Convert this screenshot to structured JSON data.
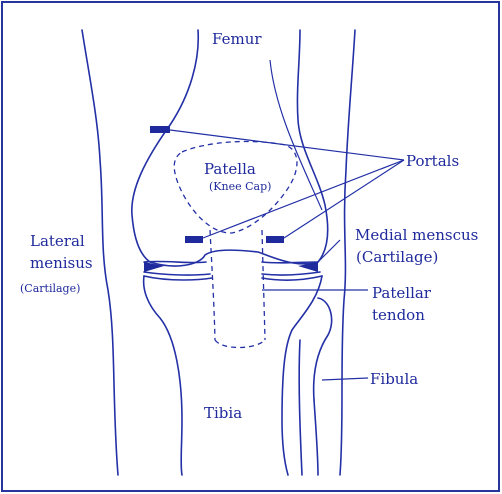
{
  "colors": {
    "ink": "#2330a6",
    "border": "#27359f",
    "background": "#ffffff"
  },
  "labels": {
    "femur": "Femur",
    "patella": "Patella",
    "knee_cap": "(Knee Cap)",
    "portals": "Portals",
    "lateral_line1": "Lateral",
    "lateral_line2": "menisus",
    "lateral_line3": "(Cartilage)",
    "medial_line1": "Medial menscus",
    "medial_line2": "(Cartilage)",
    "patellar_line1": "Patellar",
    "patellar_line2": "tendon",
    "fibula": "Fibula",
    "tibia": "Tibia"
  }
}
